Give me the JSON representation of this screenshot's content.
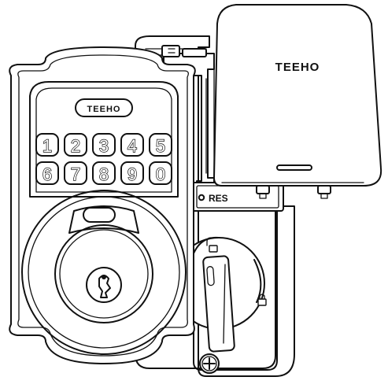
{
  "brand_logo_cover": "TEEHO",
  "brand_logo_keypad": "TEEHO",
  "keypad": {
    "row1": [
      "1",
      "2",
      "3",
      "4",
      "5"
    ],
    "row2": [
      "6",
      "7",
      "8",
      "9",
      "0"
    ]
  },
  "reset_label": "RES",
  "icons": {
    "unlock": "unlocked-padlock-icon",
    "lock": "locked-padlock-icon",
    "screw": "phillips-screw-icon",
    "keyhole": "keyhole-icon"
  }
}
